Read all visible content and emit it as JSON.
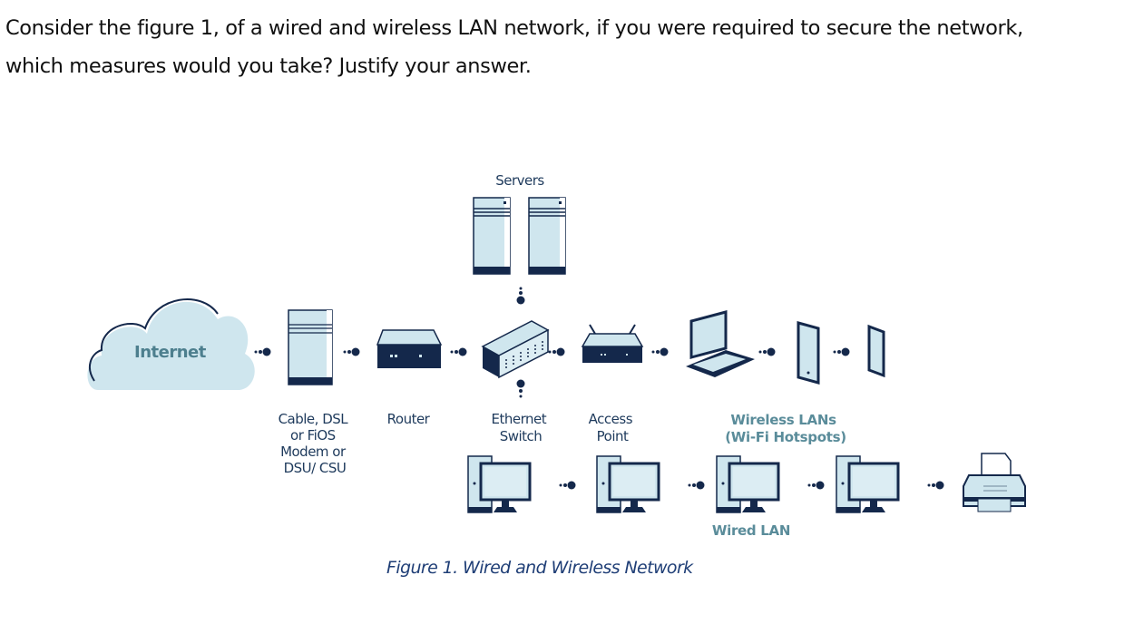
{
  "question": {
    "line1": "Consider the figure 1, of a wired and wireless LAN network, if you were required to secure the network,",
    "line2": "which measures would you take? Justify your answer."
  },
  "figure": {
    "colors": {
      "navy": "#14284b",
      "light_blue": "#cfe6ee",
      "teal_label": "#5a8c9a",
      "caption": "#1f3e76"
    },
    "cloud_label": "Internet",
    "servers_label": "Servers",
    "devices": {
      "modem": [
        "Cable, DSL",
        "or FiOS",
        "Modem or",
        "DSU/ CSU"
      ],
      "router": "Router",
      "switch": [
        "Ethernet",
        "Switch"
      ],
      "access_point": [
        "Access",
        "Point"
      ],
      "wireless": [
        "Wireless LANs",
        "(Wi-Fi Hotspots)"
      ],
      "wired": "Wired LAN"
    },
    "caption": "Figure 1. Wired and Wireless Network"
  }
}
